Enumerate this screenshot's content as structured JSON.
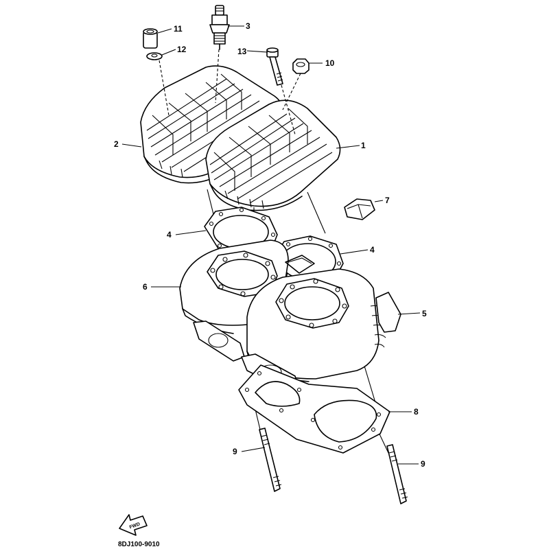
{
  "diagram": {
    "callouts": [
      {
        "id": "c1",
        "label": "1"
      },
      {
        "id": "c2",
        "label": "2"
      },
      {
        "id": "c3",
        "label": "3"
      },
      {
        "id": "c4a",
        "label": "4"
      },
      {
        "id": "c4b",
        "label": "4"
      },
      {
        "id": "c5",
        "label": "5"
      },
      {
        "id": "c6",
        "label": "6"
      },
      {
        "id": "c7",
        "label": "7"
      },
      {
        "id": "c8",
        "label": "8"
      },
      {
        "id": "c9a",
        "label": "9"
      },
      {
        "id": "c9b",
        "label": "9"
      },
      {
        "id": "c10",
        "label": "10"
      },
      {
        "id": "c11",
        "label": "11"
      },
      {
        "id": "c12",
        "label": "12"
      },
      {
        "id": "c13",
        "label": "13"
      }
    ],
    "fwd_label": "FWD",
    "part_code": "8DJ100-9010"
  }
}
